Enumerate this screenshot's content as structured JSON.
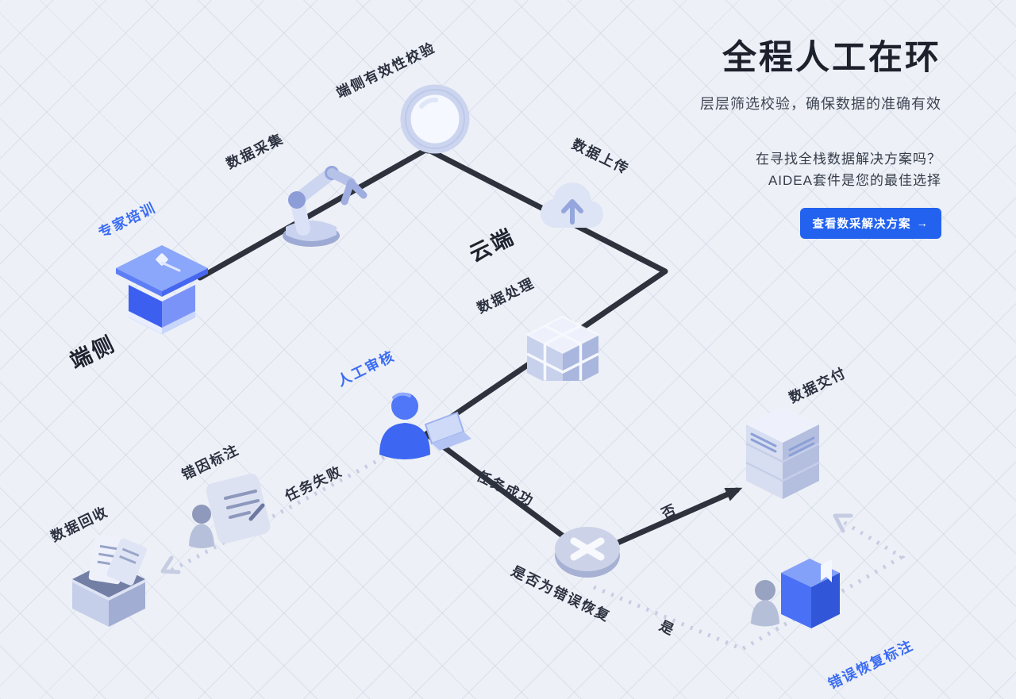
{
  "header": {
    "title": "全程人工在环",
    "subtitle": "层层筛选校验，确保数据的准确有效",
    "pitch_line1": "在寻找全栈数据解决方案吗？",
    "pitch_line2": "AIDEA套件是您的最佳选择",
    "cta_label": "查看数采解决方案",
    "cta_arrow": "→"
  },
  "diagram": {
    "zones": {
      "edge": "端侧",
      "cloud": "云端"
    },
    "nodes": {
      "expert_training": "专家培训",
      "data_collection": "数据采集",
      "edge_validation": "端侧有效性校验",
      "data_upload": "数据上传",
      "data_processing": "数据处理",
      "human_review": "人工审核",
      "error_annotation": "错因标注",
      "data_recycle": "数据回收",
      "decision_question": "是否为错误恢复",
      "data_delivery": "数据交付",
      "recovery_annotation": "错误恢复标注"
    },
    "edges": {
      "task_failed": "任务失败",
      "task_success": "任务成功",
      "no": "否",
      "yes": "是"
    },
    "icon_names": [
      "graduation-podium-icon",
      "robot-arm-icon",
      "magnifier-icon",
      "cloud-upload-icon",
      "cube-cluster-icon",
      "person-laptop-icon",
      "person-document-icon",
      "document-box-icon",
      "decision-x-icon",
      "server-stack-icon",
      "person-book-icon",
      "arrow-right-icon"
    ],
    "colors": {
      "accent_blue": "#2262ef",
      "label_blue": "#3a6bf3",
      "line_dark": "#2e323d",
      "dotted_line": "#c6cde3",
      "background": "#edf0f6"
    }
  }
}
